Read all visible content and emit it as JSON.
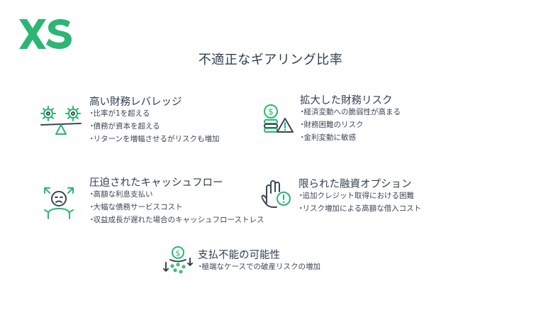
{
  "logo": {
    "text": "XS"
  },
  "title": "不適正なギアリング比率",
  "sections": [
    {
      "icon": "balance-gears-icon",
      "heading": "高い財務レバレッジ",
      "bullets": [
        "比率が1を超える",
        "債務が資本を超える",
        "リターンを増幅させるがリスクも増加"
      ]
    },
    {
      "icon": "coins-warning-icon",
      "heading": "拡大した財務リスク",
      "bullets": [
        "経済変動への脆弱性が高まる",
        "財務困難のリスク",
        "金利変動に敏感"
      ]
    },
    {
      "icon": "stressed-person-icon",
      "heading": "圧迫されたキャッシュフロー",
      "bullets": [
        "高額な利息支払い",
        "大幅な債務サービスコスト",
        "収益成長が遅れた場合のキャッシュフローストレス"
      ]
    },
    {
      "icon": "hand-stop-warning-icon",
      "heading": "限られた融資オプション",
      "bullets": [
        "追加クレジット取得における困難",
        "リスク増加による高額な借入コスト"
      ]
    },
    {
      "icon": "money-melting-icon",
      "heading": "支払不能の可能性",
      "bullets": [
        "極端なケースでの破産リスクの増加"
      ]
    }
  ]
}
